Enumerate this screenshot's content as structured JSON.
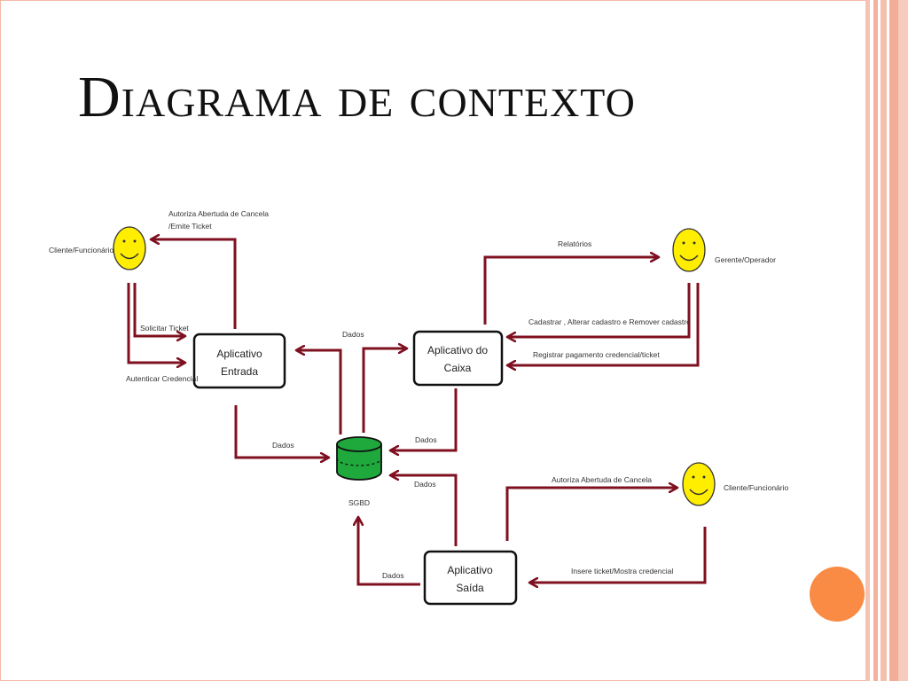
{
  "title": "Diagrama de contexto",
  "colors": {
    "arrow": "#7f1020",
    "smiley": "#ffee00",
    "database": "#1fa93c",
    "accent": "#f98b45",
    "border": "#f3b7a4"
  },
  "actors": {
    "cliente_entrada": "Cliente/Funcionário",
    "gerente": "Gerente/Operador",
    "cliente_saida": "Cliente/Funcionário"
  },
  "processes": {
    "entrada": [
      "Aplicativo",
      "Entrada"
    ],
    "caixa": [
      "Aplicativo do",
      "Caixa"
    ],
    "saida": [
      "Aplicativo",
      "Saída"
    ]
  },
  "datastore": {
    "label": "SGBD"
  },
  "flows": {
    "autoriza_emite": [
      "Autoriza Abertuda de Cancela",
      "/Emite Ticket"
    ],
    "solicitar_ticket": "Solicitar Ticket",
    "autenticar_credencial": "Autenticar Credencial",
    "dados_para_entrada": "Dados",
    "dados_entrada_sgbd": "Dados",
    "relatorios": "Relatórios",
    "cadastrar": "Cadastrar , Alterar cadastro e Remover cadastro",
    "registrar_pagamento": "Registrar pagamento credencial/ticket",
    "dados_caixa_sgbd": "Dados",
    "dados_saida_sgbd": "Dados",
    "autoriza_cancela": "Autoriza Abertuda de Cancela",
    "insere_ticket": "Insere ticket/Mostra credencial",
    "dados_sgbd_saida": "Dados"
  }
}
